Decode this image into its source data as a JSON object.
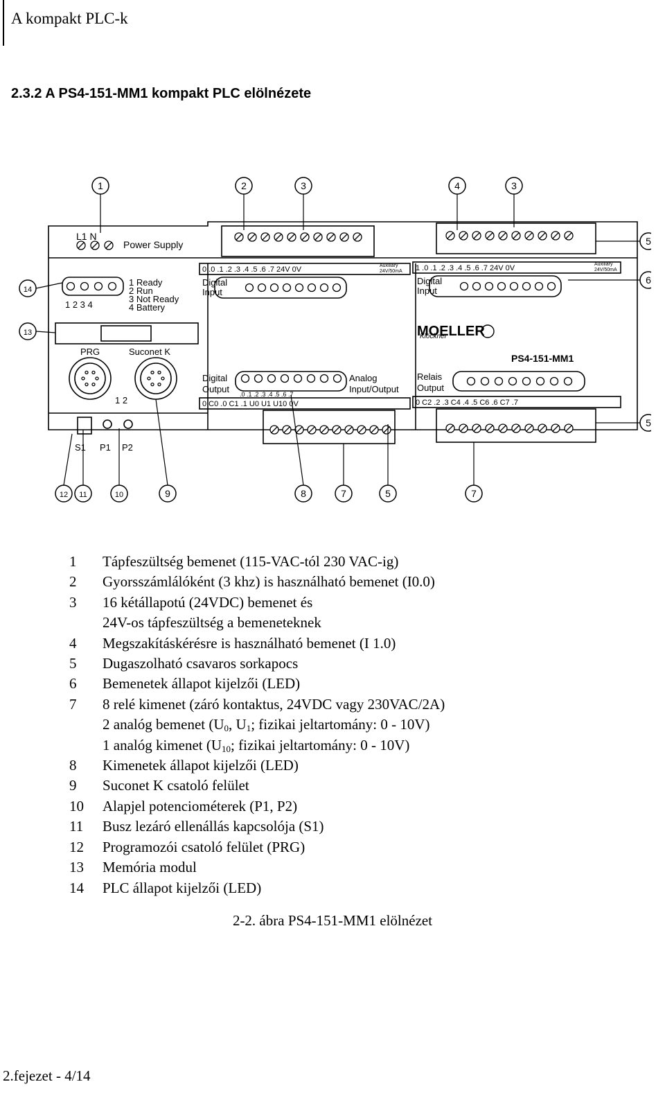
{
  "header": {
    "title": "A kompakt PLC-k"
  },
  "section": {
    "title": "2.3.2   A PS4-151-MM1 kompakt PLC elölnézete"
  },
  "figure": {
    "power_labels": "L1  N",
    "power_supply": "Power Supply",
    "status_leds": [
      "1 Ready",
      "2 Run",
      "3 Not Ready",
      "4 Battery"
    ],
    "led_numbers": "1  2  3  4",
    "prg": "PRG",
    "suconet": "Suconet K",
    "small_nums": "1  2",
    "switches": [
      "S1",
      "P1",
      "P2"
    ],
    "digital_input": [
      "Digital",
      "Input"
    ],
    "digital_output": [
      "Digital",
      "Output"
    ],
    "analog": [
      "Analog",
      "Input/Output"
    ],
    "relais": [
      "Relais",
      "Output"
    ],
    "terminal_left_top": "0    .0  .1  .2  .3  .4  .5  .6  .7  24V  0V",
    "terminal_right_top": "1    .0  .1  .2  .3  .4  .5  .6  .7  24V  0V",
    "auxiliary": [
      "Auxiliary",
      "24V/50mA"
    ],
    "output_leds": ".0  .1  .2  .3  .4  .5  .6  .7",
    "terminal_left_bottom": "0    C0 .0   C1 .1        U0  U1  U10  0V",
    "terminal_right_bottom": "0    C2  .2  .3  C4  .4  .5  C6  .6  C7  .7",
    "brand_small": "Klöckner",
    "brand": "MOELLER",
    "model": "PS4-151-MM1",
    "callouts_top": [
      "1",
      "2",
      "3",
      "4",
      "3"
    ],
    "callouts_right": [
      "5",
      "6",
      "5"
    ],
    "callouts_left": [
      "14",
      "13"
    ],
    "callouts_bottom": [
      "12",
      "11",
      "10",
      "9",
      "8",
      "7",
      "5",
      "7"
    ]
  },
  "legend": [
    {
      "num": "1",
      "text": "Tápfeszültség bemenet (115-VAC-tól 230 VAC-ig)"
    },
    {
      "num": "2",
      "text": "Gyorsszámlálóként (3 khz) is használható bemenet (I0.0)"
    },
    {
      "num": "3",
      "text": "16 kétállapotú (24VDC) bemenet és"
    },
    {
      "num": "",
      "text": "24V-os tápfeszültség a bemeneteknek"
    },
    {
      "num": "4",
      "text": "Megszakításkérésre is használható bemenet (I 1.0)"
    },
    {
      "num": "5",
      "text": "Dugaszolható csavaros sorkapocs"
    },
    {
      "num": "6",
      "text": "Bemenetek állapot kijelzői (LED)"
    },
    {
      "num": "7",
      "text": "8 relé kimenet (záró kontaktus, 24VDC vagy 230VAC/2A)"
    },
    {
      "num": "",
      "text_a": "2 analóg bemenet (U",
      "sub1": "0",
      "text_b": ", U",
      "sub2": "1",
      "text_c": "; fizikai jeltartomány: 0 - 10V)"
    },
    {
      "num": "",
      "text_a": "1 analóg kimenet (U",
      "sub1": "10",
      "text_b": "; fizikai jeltartomány: 0 - 10V)"
    },
    {
      "num": "8",
      "text": "Kimenetek állapot kijelzői (LED)"
    },
    {
      "num": "9",
      "text": "Suconet K csatoló felület"
    },
    {
      "num": "10",
      "text": "Alapjel potenciométerek (P1, P2)"
    },
    {
      "num": "11",
      "text": "Busz lezáró ellenállás kapcsolója (S1)"
    },
    {
      "num": "12",
      "text": "Programozói csatoló felület (PRG)"
    },
    {
      "num": "13",
      "text": "Memória modul"
    },
    {
      "num": "14",
      "text": "PLC állapot kijelzői (LED)"
    }
  ],
  "caption": "2-2. ábra  PS4-151-MM1 elölnézet",
  "footer": "2.fejezet - 4/14"
}
